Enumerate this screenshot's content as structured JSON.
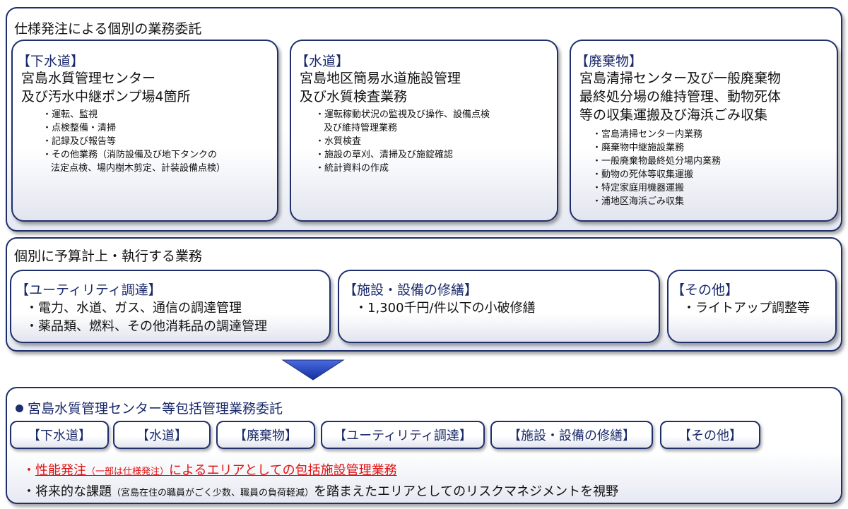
{
  "spec_section": {
    "title": "仕様発注による個別の業務委託",
    "cards": [
      {
        "head": "【下水道】",
        "lines": [
          "宮島水質管理センター",
          "及び汚水中継ポンプ場4箇所"
        ],
        "items": [
          "・運転、監視",
          "・点検整備・清掃",
          "・記録及び報告等",
          "・その他業務（消防設備及び地下タンクの",
          "法定点検、場内樹木剪定、計装設備点検）"
        ]
      },
      {
        "head": "【水道】",
        "lines": [
          "宮島地区簡易水道施設管理",
          "及び水質検査業務"
        ],
        "items": [
          "・運転稼動状況の監視及び操作、設備点検",
          "及び維持管理業務",
          "・水質検査",
          "・施設の草刈、清掃及び施錠確認",
          "・統計資料の作成"
        ]
      },
      {
        "head": "【廃棄物】",
        "lines": [
          "宮島清掃センター及び一般廃棄物",
          "最終処分場の維持管理、動物死体",
          "等の収集運搬及び海浜ごみ収集"
        ],
        "items": [
          "・宮島清掃センター内業務",
          "・廃棄物中継施設業務",
          "・一般廃棄物最終処分場内業務",
          "・動物の死体等収集運搬",
          "・特定家庭用機器運搬",
          "・浦地区海浜ごみ収集"
        ]
      }
    ]
  },
  "budget_section": {
    "title": "個別に予算計上・執行する業務",
    "cards": [
      {
        "head": "【ユーティリティ調達】",
        "items": [
          "・電力、水道、ガス、通信の調達管理",
          "・薬品類、燃料、その他消耗品の調達管理"
        ]
      },
      {
        "head": "【施設・設備の修繕】",
        "items": [
          "・1,300千円/件以下の小破修繕"
        ]
      },
      {
        "head": "【その他】",
        "items": [
          "・ライトアップ調整等"
        ]
      }
    ]
  },
  "arrow": {
    "icon": "down-triangle-arrow-icon",
    "color": "#1f3fb0"
  },
  "comprehensive_section": {
    "title": "宮島水質管理センター等包括管理業務委託",
    "chips": [
      "【下水道】",
      "【水道】",
      "【廃棄物】",
      "【ユーティリティ調達】",
      "【施設・設備の修繕】",
      "【その他】"
    ],
    "line1": {
      "bullet": "・",
      "main": "性能発注",
      "note": "（一部は仕様発注）",
      "rest": "によるエリアとしての包括施設管理業務"
    },
    "line2": {
      "bullet": "・",
      "main": "将来的な課題",
      "note": "（宮島在住の職員がごく少数、職員の負荷軽減）",
      "rest": "を踏まえたエリアとしてのリスクマネジメントを視野"
    }
  },
  "colors": {
    "border": "#1f2f6b",
    "heading": "#1a2a6a",
    "emphasis": "#e01010"
  }
}
